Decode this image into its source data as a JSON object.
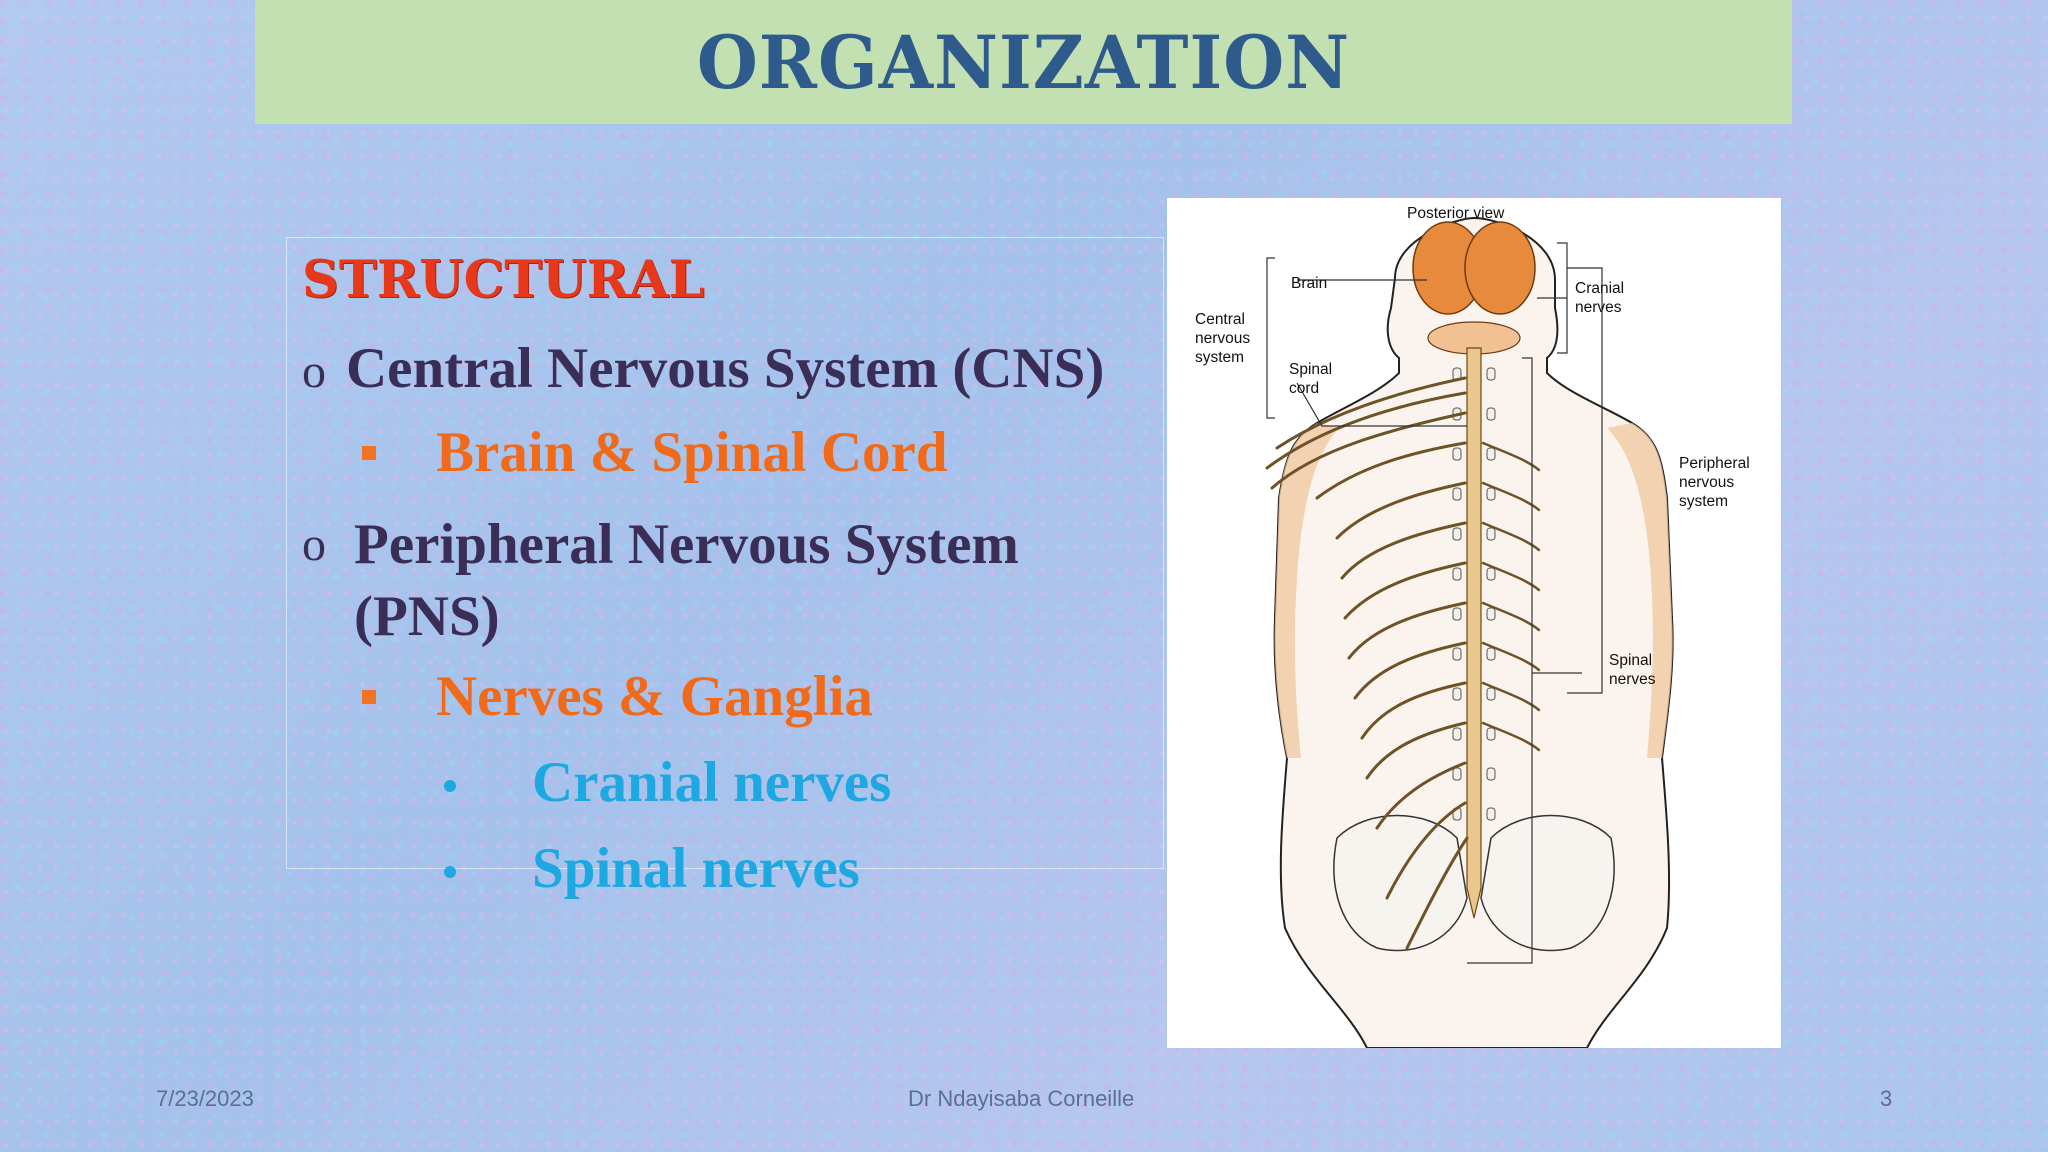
{
  "slide": {
    "title": "ORGANIZATION",
    "heading": "STRUCTURAL",
    "items": [
      "Central Nervous System (CNS)",
      "Brain & Spinal Cord",
      "Peripheral Nervous System (PNS)",
      "Nerves & Ganglia",
      "Cranial nerves",
      "Spinal nerves"
    ],
    "bullet_o": "o"
  },
  "figure": {
    "view": "Posterior view",
    "labels": {
      "brain": "Brain",
      "cns_1": "Central",
      "cns_2": "nervous",
      "cns_3": "system",
      "cord_1": "Spinal",
      "cord_2": "cord",
      "cranial_1": "Cranial",
      "cranial_2": "nerves",
      "pns_1": "Peripheral",
      "pns_2": "nervous",
      "pns_3": "system",
      "spinal_1": "Spinal",
      "spinal_2": "nerves"
    }
  },
  "footer": {
    "date": "7/23/2023",
    "author": "Dr Ndayisaba Corneille",
    "page": "3"
  },
  "colors": {
    "title_bar": "#c3e0b2",
    "title": "#2e5b8c",
    "heading": "#e8381c",
    "level1": "#3a2d56",
    "level2": "#f06a1a",
    "level3": "#1ea8e2",
    "brain": "#e88a3c"
  }
}
